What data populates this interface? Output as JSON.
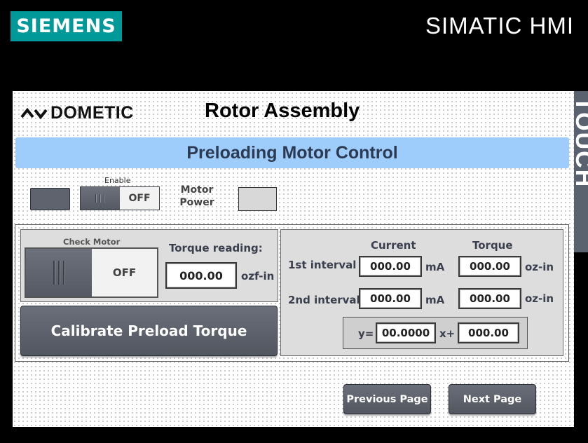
{
  "header": {
    "brand": "SIEMENS",
    "product": "SIMATIC HMI"
  },
  "screen": {
    "logo_text": "DOMETIC",
    "title": "Rotor Assembly",
    "section_title": "Preloading Motor Control",
    "side_tab_text": "TOUCH"
  },
  "enable": {
    "label": "Enable",
    "state": "OFF"
  },
  "motor_power": {
    "label": "Motor Power"
  },
  "check_motor": {
    "label": "Check Motor",
    "state": "OFF"
  },
  "torque_reading": {
    "label": "Torque reading:",
    "value": "000.00",
    "unit": "ozf-in"
  },
  "calibrate_button": "Calibrate Preload Torque",
  "intervals": {
    "col_current": "Current",
    "col_torque": "Torque",
    "rows": [
      {
        "label": "1st interval",
        "current": "000.00",
        "current_unit": "mA",
        "torque": "000.00",
        "torque_unit": "oz-in"
      },
      {
        "label": "2nd interval",
        "current": "000.00",
        "current_unit": "mA",
        "torque": "000.00",
        "torque_unit": "oz-in"
      }
    ]
  },
  "equation": {
    "y_label": "y=",
    "slope": "00.0000",
    "x_label": "x+",
    "intercept": "000.00"
  },
  "nav": {
    "previous": "Previous Page",
    "next": "Next Page"
  },
  "colors": {
    "siemens_teal": "#009999",
    "section_header": "#9fcdfb",
    "button_gray": "#5f636e"
  }
}
